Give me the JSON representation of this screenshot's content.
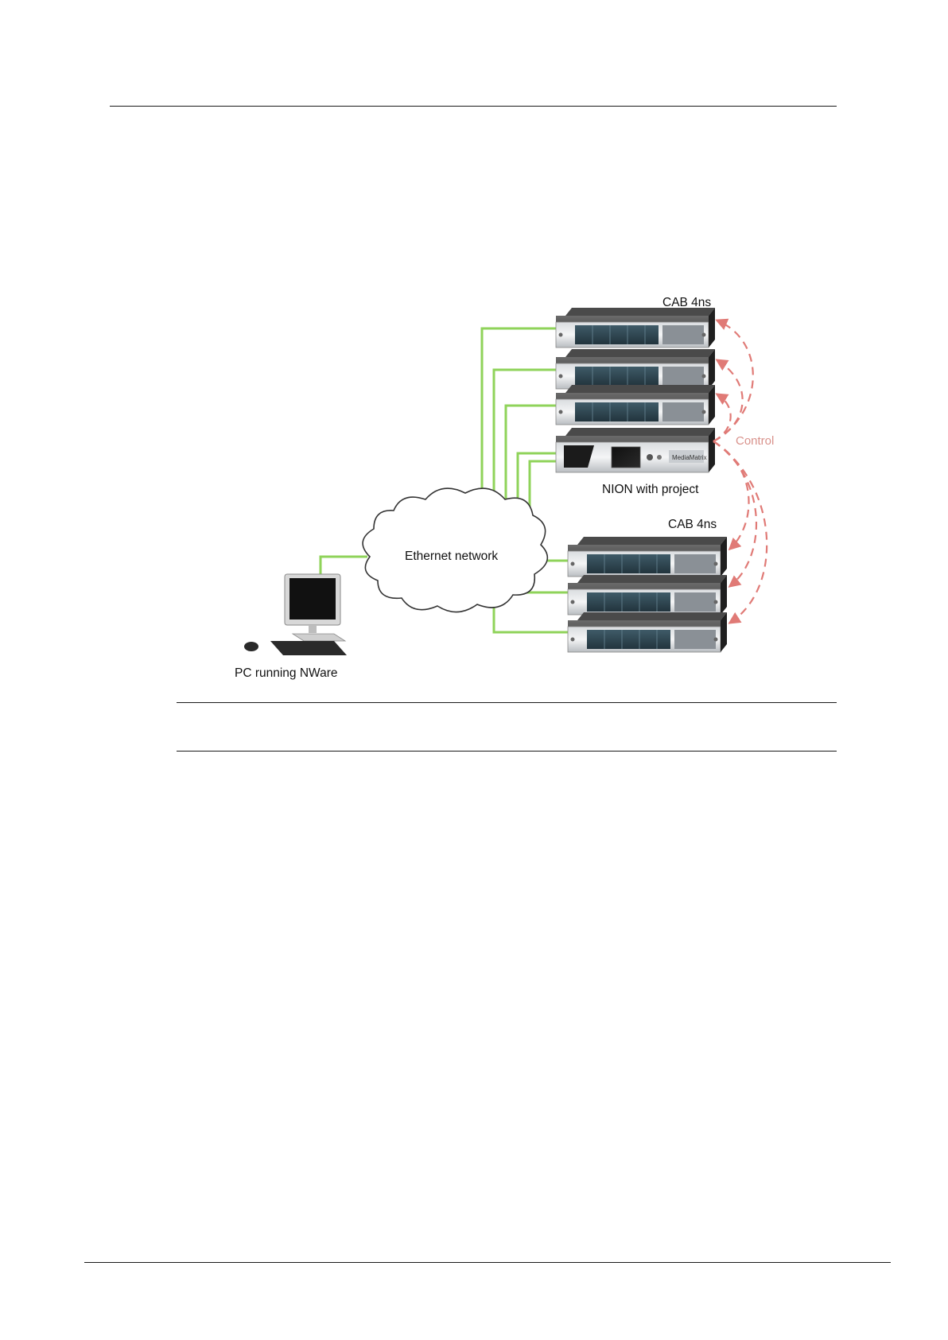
{
  "diagram": {
    "labels": {
      "cab_top": "CAB 4ns",
      "cab_bottom": "CAB 4ns",
      "nion": "NION with project",
      "network": "Ethernet network",
      "pc": "PC running NWare",
      "control": "Control"
    },
    "brand": "MediaMatrix",
    "colors": {
      "ethernet_link": "#8fd35a",
      "control_arrow": "#e07a76",
      "rack_body": "#2e2e2e"
    }
  }
}
